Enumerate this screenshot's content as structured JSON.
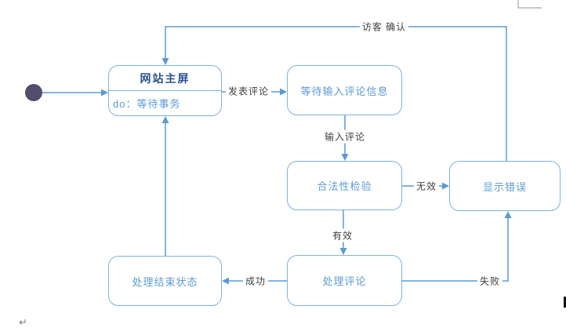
{
  "diagram": {
    "type": "uml-state-diagram",
    "states": {
      "main_screen": {
        "title": "网站主屏",
        "activity": "do：等待事务"
      },
      "wait_input": {
        "label": "等待输入评论信息"
      },
      "validate": {
        "label": "合法性检验"
      },
      "show_error": {
        "label": "显示错误"
      },
      "process_comment": {
        "label": "处理评论"
      },
      "end_state": {
        "label": "处理结束状态"
      }
    },
    "edges": {
      "post_comment": {
        "label": "发表评论",
        "from": "main_screen",
        "to": "wait_input"
      },
      "input_comment": {
        "label": "输入评论",
        "from": "wait_input",
        "to": "validate"
      },
      "invalid": {
        "label": "无效",
        "from": "validate",
        "to": "show_error"
      },
      "valid": {
        "label": "有效",
        "from": "validate",
        "to": "process_comment"
      },
      "success": {
        "label": "成功",
        "from": "process_comment",
        "to": "end_state"
      },
      "failure": {
        "label": "失败",
        "from": "process_comment",
        "to": "show_error"
      },
      "visitor_confirm": {
        "label": "访客 确认",
        "from": "show_error",
        "to": "main_screen"
      },
      "end_return": {
        "label": "",
        "from": "end_state",
        "to": "main_screen"
      }
    },
    "colors": {
      "line": "#5b9bd5",
      "box_border": "#7fb2e2",
      "box_text": "#5b9bd5",
      "title_text": "#2a5292",
      "edge_label_text": "#3f3f3f",
      "initial_dot": "#544c6d",
      "artifact_gray": "#a6a6a6"
    },
    "artifacts": {
      "return_mark": "↵"
    }
  }
}
